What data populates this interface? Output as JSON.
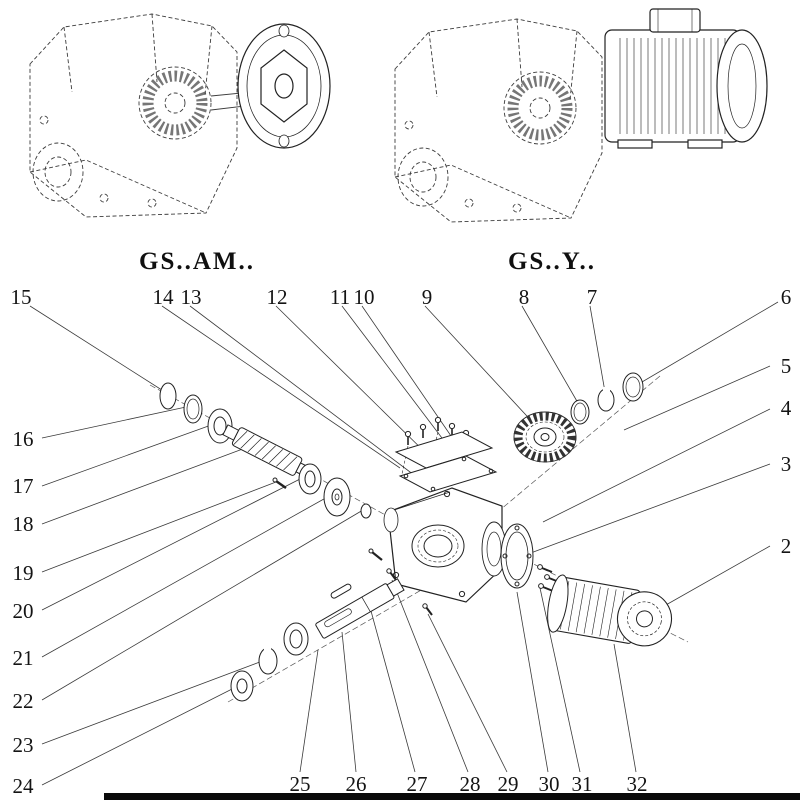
{
  "figure": {
    "kind": "exploded-parts-diagram",
    "line_color": "#2a2a2a",
    "background": "#ffffff"
  },
  "models": {
    "left": {
      "label": "GS..AM.."
    },
    "right": {
      "label": "GS..Y.."
    }
  },
  "callouts": {
    "top": [
      "15",
      "14",
      "13",
      "12",
      "11",
      "10",
      "9",
      "8",
      "7",
      "6"
    ],
    "left": [
      "16",
      "17",
      "18",
      "19",
      "20",
      "21",
      "22",
      "23",
      "24"
    ],
    "right": [
      "5",
      "4",
      "3",
      "2"
    ],
    "bottom": [
      "25",
      "26",
      "27",
      "28",
      "29",
      "30",
      "31",
      "32"
    ]
  }
}
